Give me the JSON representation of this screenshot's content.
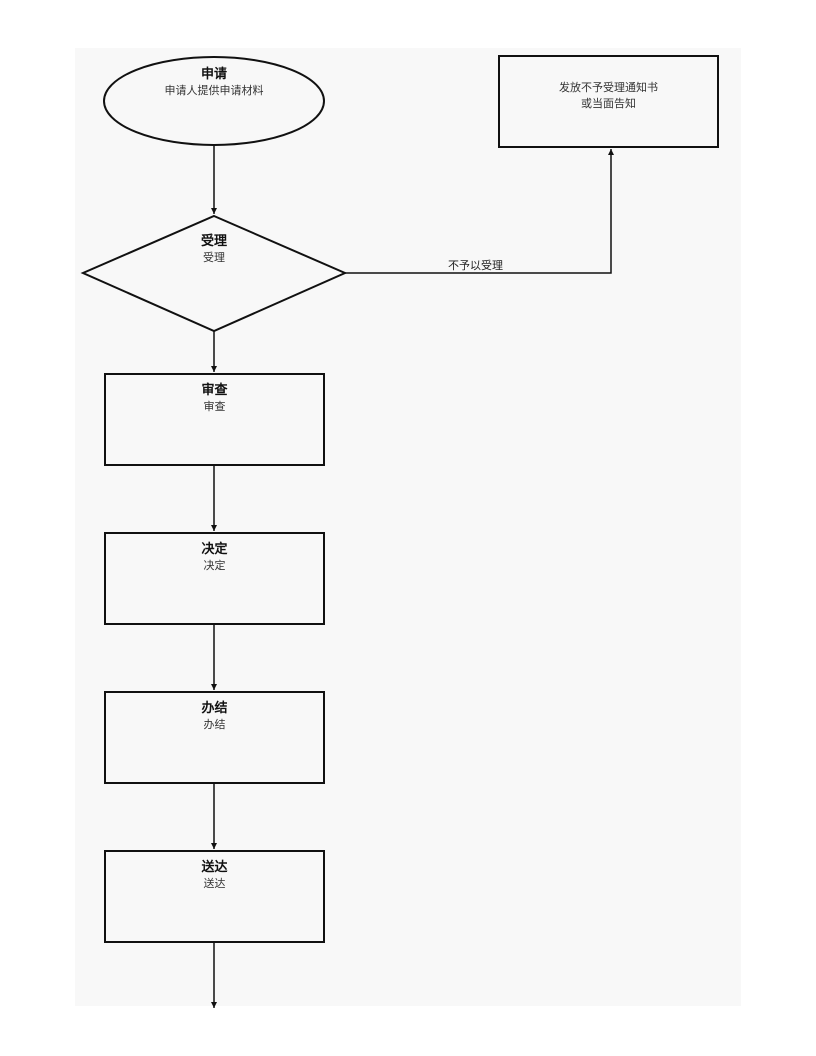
{
  "nodes": {
    "apply": {
      "title": "申请",
      "sub": "申请人提供申请材料"
    },
    "notice": {
      "title": "",
      "sub": "发放不予受理通知书",
      "sub2": "或当面告知"
    },
    "accept": {
      "title": "受理",
      "sub": "受理"
    },
    "review": {
      "title": "审查",
      "sub": "审查"
    },
    "decide": {
      "title": "决定",
      "sub": "决定"
    },
    "complete": {
      "title": "办结",
      "sub": "办结"
    },
    "deliver": {
      "title": "送达",
      "sub": "送达"
    }
  },
  "edges": {
    "reject_label": "不予以受理"
  }
}
